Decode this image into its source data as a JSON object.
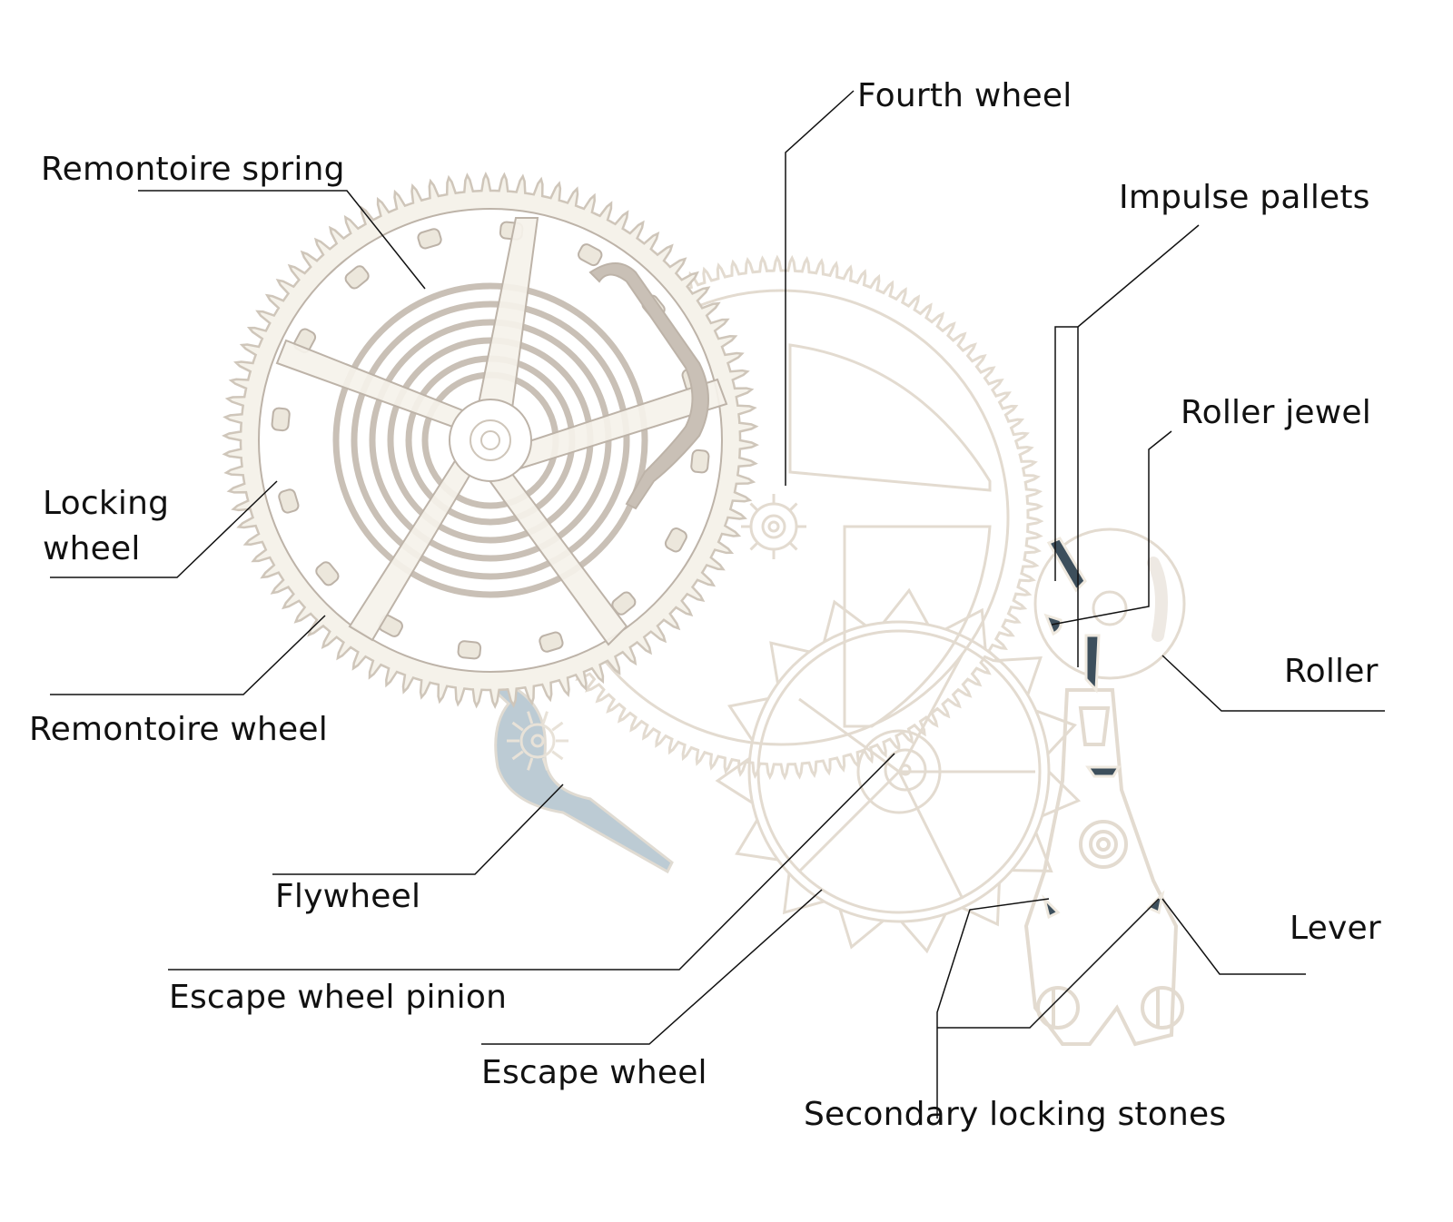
{
  "diagram": {
    "title": "Remontoire escapement components",
    "colors": {
      "remontoire_fill": "#f5f2ea",
      "remontoire_line": "#bdb3a8",
      "spring": "#c9c0b6",
      "gear_line": "#e3dbd0",
      "flywheel": "#bccbd4",
      "jewel": "#3d4f5c",
      "leader": "#111111"
    },
    "labels": [
      {
        "id": "remontoire-spring",
        "text": "Remontoire spring"
      },
      {
        "id": "locking-wheel",
        "text": "Locking\nwheel"
      },
      {
        "id": "remontoire-wheel",
        "text": "Remontoire wheel"
      },
      {
        "id": "flywheel",
        "text": "Flywheel"
      },
      {
        "id": "escape-wheel-pinion",
        "text": "Escape wheel pinion"
      },
      {
        "id": "escape-wheel",
        "text": "Escape wheel"
      },
      {
        "id": "fourth-wheel",
        "text": "Fourth wheel"
      },
      {
        "id": "impulse-pallets",
        "text": "Impulse pallets"
      },
      {
        "id": "roller-jewel",
        "text": "Roller jewel"
      },
      {
        "id": "roller",
        "text": "Roller"
      },
      {
        "id": "lever",
        "text": "Lever"
      },
      {
        "id": "secondary-locking-stones",
        "text": "Secondary locking stones"
      }
    ]
  }
}
